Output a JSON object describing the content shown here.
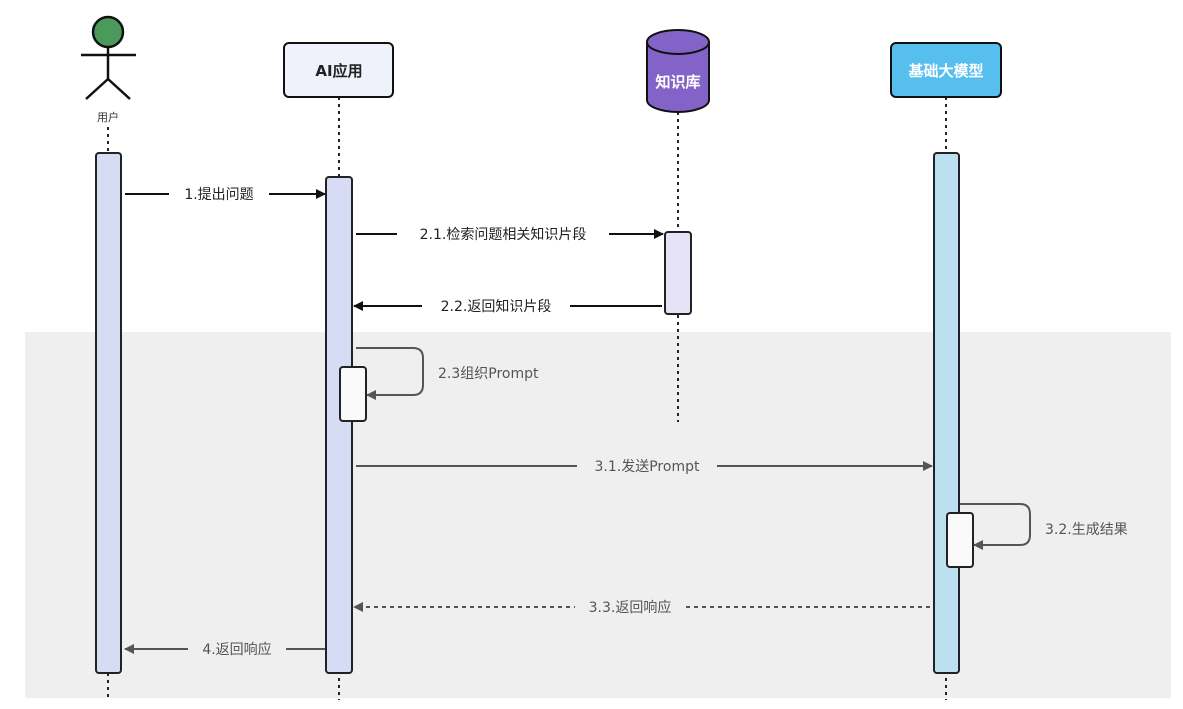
{
  "participants": {
    "user": {
      "label": "用户",
      "color": "#4a9a5a"
    },
    "ai_app": {
      "label": "AI应用",
      "color": "#f0f2fb"
    },
    "kb": {
      "label": "知识库",
      "color": "#8463c8"
    },
    "llm": {
      "label": "基础大模型",
      "color": "#56bfee"
    }
  },
  "messages": [
    {
      "label": "1.提出问题",
      "style": "solid"
    },
    {
      "label": "2.1.检索问题相关知识片段",
      "style": "solid"
    },
    {
      "label": "2.2.返回知识片段",
      "style": "solid"
    },
    {
      "label": "2.3组织Prompt",
      "style": "self"
    },
    {
      "label": "3.1.发送Prompt",
      "style": "solid"
    },
    {
      "label": "3.2.生成结果",
      "style": "self"
    },
    {
      "label": "3.3.返回响应",
      "style": "dashed"
    },
    {
      "label": "4.返回响应",
      "style": "solid"
    }
  ],
  "colors": {
    "activation_user_ai": "#d6dcf3",
    "activation_kb": "#e6e2f8",
    "activation_llm": "#bde0f0",
    "highlight_region": "#e8e8e8"
  }
}
